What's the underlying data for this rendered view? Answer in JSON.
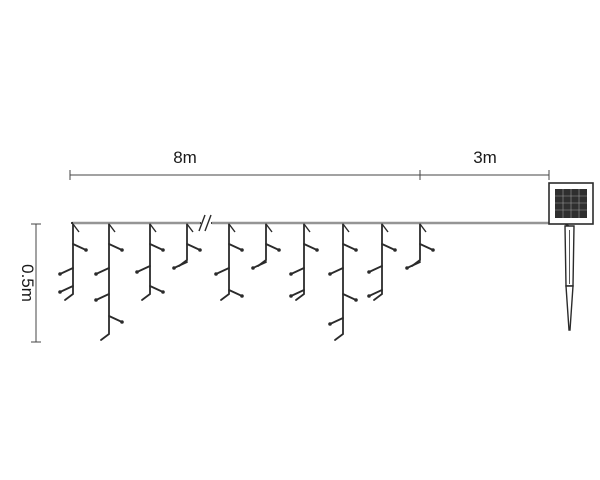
{
  "dimensions": {
    "main_length": "8m",
    "lead_length": "3m",
    "drop_height": "0.5m"
  },
  "icons": {
    "solar_panel": "solar-panel-icon",
    "ground_stake": "ground-stake-icon",
    "break_mark": "break-mark-icon"
  },
  "colors": {
    "line": "#2b2b2b",
    "background": "#ffffff"
  }
}
